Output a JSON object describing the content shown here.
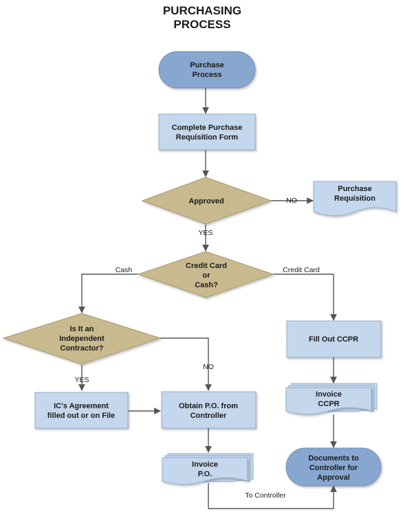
{
  "title": [
    "PURCHASING",
    "PROCESS"
  ],
  "colors": {
    "process_fill": "#c5d7ec",
    "process_stroke": "#8faecf",
    "terminal_fill": "#87a7d0",
    "decision_fill": "#c9b98f",
    "decision_stroke": "#a99868",
    "connector": "#555555"
  },
  "nodes": {
    "start": [
      "Purchase",
      "Process"
    ],
    "complete_req": [
      "Complete Purchase",
      "Requisition Form"
    ],
    "approved": [
      "Approved"
    ],
    "purchase_req": [
      "Purchase",
      "Requisition"
    ],
    "cc_or_cash": [
      "Credit Card",
      "or",
      "Cash?"
    ],
    "independent": [
      "Is It an",
      "Independent",
      "Contractor?"
    ],
    "fill_ccpr": [
      "Fill Out CCPR"
    ],
    "invoice_ccpr": [
      "Invoice",
      "CCPR"
    ],
    "ic_agreement": [
      "IC's Agreement",
      "filled out or on File"
    ],
    "obtain_po": [
      "Obtain P.O. from",
      "Controller"
    ],
    "invoice_po": [
      "Invoice",
      "P.O."
    ],
    "documents": [
      "Documents to",
      "Controller for",
      "Approval"
    ]
  },
  "edges": {
    "no": "NO",
    "yes": "YES",
    "cash": "Cash",
    "credit_card": "Credit Card",
    "yes2": "YES",
    "no2": "NO",
    "to_controller": "To Controller"
  }
}
